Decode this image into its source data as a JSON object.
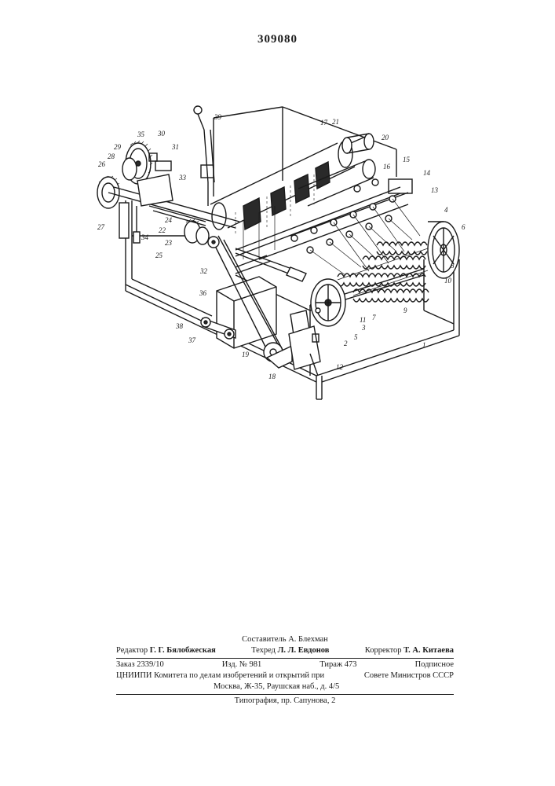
{
  "document": {
    "patent_number": "309080"
  },
  "figure": {
    "labels": [
      "1",
      "2",
      "3",
      "4",
      "5",
      "6",
      "7",
      "8",
      "9",
      "10",
      "11",
      "12",
      "13",
      "14",
      "15",
      "16",
      "17",
      "18",
      "19",
      "20",
      "21",
      "22",
      "23",
      "24",
      "25",
      "26",
      "27",
      "28",
      "29",
      "30",
      "31",
      "32",
      "33",
      "34",
      "35",
      "36",
      "37",
      "38",
      "39"
    ]
  },
  "colophon": {
    "compiler_role": "Составитель",
    "compiler_name": "А. Блехман",
    "editor_role": "Редактор",
    "editor_name": "Г. Г. Бялобжеская",
    "techred_role": "Техред",
    "techred_name": "Л. Л. Евдонов",
    "corrector_role": "Корректор",
    "corrector_name": "Т. А. Китаева",
    "order": "Заказ  2339/10",
    "edition": "Изд. № 981",
    "circulation": "Тираж 473",
    "subscription": "Подписное",
    "org_left": "ЦНИИПИ Комитета по делам изобретений и открытий при",
    "org_right": "Совете Министров СССР",
    "address": "Москва, Ж-35, Раушская наб., д. 4/5",
    "printer": "Типография, пр. Сапунова, 2"
  }
}
